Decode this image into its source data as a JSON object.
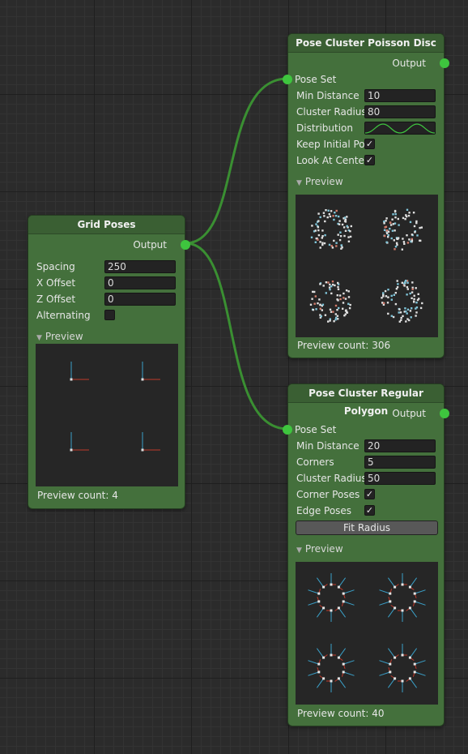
{
  "grid_node": {
    "title": "Grid Poses",
    "output_label": "Output",
    "fields": [
      {
        "label": "Spacing",
        "value": "250"
      },
      {
        "label": "X Offset",
        "value": "0"
      },
      {
        "label": "Z Offset",
        "value": "0"
      }
    ],
    "alternating_label": "Alternating",
    "alternating_checked": false,
    "preview_label": "Preview",
    "preview_count": "Preview count: 4"
  },
  "poisson_node": {
    "title": "Pose Cluster Poisson Disc",
    "output_label": "Output",
    "input_label": "Pose Set",
    "fields": [
      {
        "label": "Min Distance",
        "value": "10"
      },
      {
        "label": "Cluster Radius",
        "value": "80"
      }
    ],
    "distribution_label": "Distribution",
    "keep_initial_label": "Keep Initial Pos",
    "keep_initial_checked": true,
    "look_at_center_label": "Look At Center",
    "look_at_center_checked": true,
    "preview_label": "Preview",
    "preview_count": "Preview count: 306"
  },
  "polygon_node": {
    "title": "Pose Cluster Regular Polygon",
    "output_label": "Output",
    "input_label": "Pose Set",
    "fields": [
      {
        "label": "Min Distance",
        "value": "20"
      },
      {
        "label": "Corners",
        "value": "5"
      },
      {
        "label": "Cluster Radius",
        "value": "50"
      }
    ],
    "corner_poses_label": "Corner Poses",
    "corner_poses_checked": true,
    "edge_poses_label": "Edge Poses",
    "edge_poses_checked": true,
    "fit_radius_label": "Fit Radius",
    "preview_label": "Preview",
    "preview_count": "Preview count: 40"
  },
  "colors": {
    "node_body": "#44703c",
    "wire": "#3a8f32",
    "port": "#3ec53e",
    "axis_red": "#c0392b",
    "axis_blue": "#3aa0c8"
  },
  "check_glyph": "✓"
}
